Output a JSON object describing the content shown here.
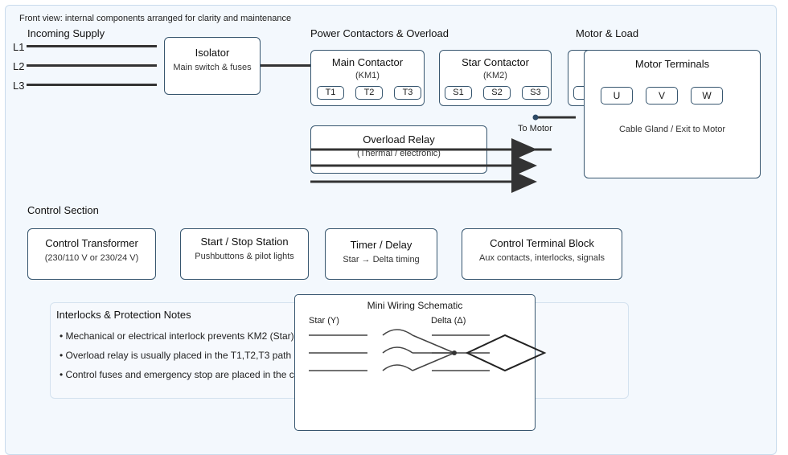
{
  "panel_caption": "Front view: internal components arranged for clarity and maintenance",
  "incoming": {
    "heading": "Incoming Supply",
    "lines": [
      "L1",
      "L2",
      "L3"
    ]
  },
  "isolator": {
    "title": "Isolator",
    "subtitle": "Main switch & fuses"
  },
  "power": {
    "heading": "Power Contactors & Overload",
    "main_contactor": {
      "title": "Main Contactor",
      "tag": "(KM1)",
      "terminals": [
        "T1",
        "T2",
        "T3"
      ]
    },
    "star_contactor": {
      "title": "Star Contactor",
      "tag": "(KM2)",
      "terminals": [
        "S1",
        "S2",
        "S3"
      ]
    },
    "overload": {
      "title": "Overload Relay",
      "subtitle": "(Thermal / electronic)"
    },
    "to_motor": "To Motor"
  },
  "motor": {
    "heading": "Motor & Load",
    "title": "Motor Terminals",
    "terminals": [
      "U",
      "V",
      "W"
    ],
    "gland": "Cable Gland / Exit to Motor"
  },
  "control": {
    "heading": "Control Section",
    "boxes": [
      {
        "title": "Control Transformer",
        "subtitle": "(230/110 V or 230/24 V)"
      },
      {
        "title": "Start / Stop Station",
        "subtitle": "Pushbuttons & pilot lights"
      },
      {
        "title": "Timer / Delay",
        "subtitle": "Star → Delta timing"
      },
      {
        "title": "Control Terminal Block",
        "subtitle": "Aux contacts, interlocks, signals"
      }
    ]
  },
  "notes": {
    "heading": "Interlocks & Protection Notes",
    "items": [
      "• Mechanical or electrical interlock prevents KM2 (Star)",
      "• Overload relay is usually placed in the T1,T2,T3 path",
      "• Control fuses and emergency stop are placed in the c"
    ]
  },
  "schematic": {
    "title": "Mini Wiring Schematic",
    "star_label": "Star (Y)",
    "delta_label": "Delta (Δ)"
  }
}
